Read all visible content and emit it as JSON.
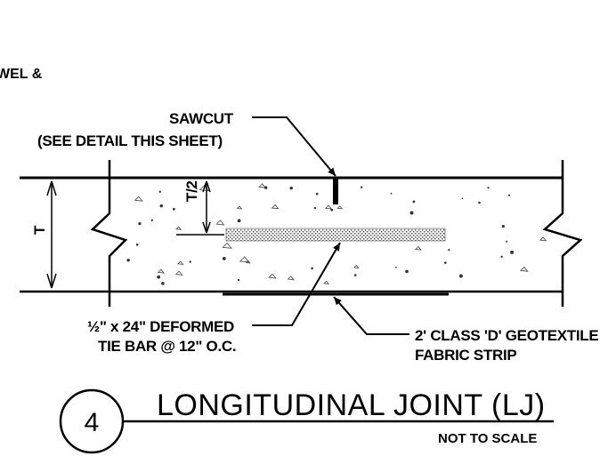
{
  "labels": {
    "partial_top_left": "WEL &",
    "sawcut_line1": "SAWCUT",
    "sawcut_line2": "(SEE DETAIL THIS SHEET)",
    "tiebar_line1": "½\" x 24\" DEFORMED",
    "tiebar_line2": "TIE BAR @ 12\" O.C.",
    "geotextile_line1": "2' CLASS 'D' GEOTEXTILE",
    "geotextile_line2": "FABRIC STRIP",
    "thickness": "T",
    "half_thickness": "T/2"
  },
  "title_block": {
    "detail_number": "4",
    "title": "LONGITUDINAL JOINT (LJ)",
    "scale_note": "NOT TO SCALE"
  }
}
